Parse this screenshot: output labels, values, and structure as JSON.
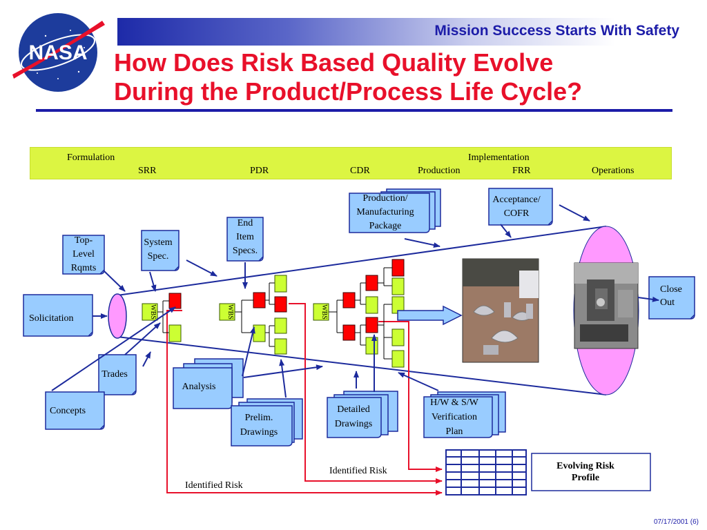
{
  "header": {
    "tagline": "Mission Success Starts With Safety",
    "title_line1": "How Does Risk Based Quality Evolve",
    "title_line2": "During the Product/Process Life Cycle?",
    "logo_text": "NASA"
  },
  "phases": {
    "formulation": "Formulation",
    "implementation": "Implementation",
    "milestones": [
      "SRR",
      "PDR",
      "CDR",
      "Production",
      "FRR",
      "Operations"
    ]
  },
  "documents": {
    "top_level": [
      "Top-",
      "Level",
      "Rqmts"
    ],
    "system_spec": [
      "System",
      "Spec."
    ],
    "end_item": [
      "End",
      "Item",
      "Specs."
    ],
    "production_pkg": [
      "Production/",
      "Manufacturing",
      "Package"
    ],
    "acceptance": [
      "Acceptance/",
      "COFR"
    ],
    "close_out": [
      "Close",
      "Out"
    ],
    "solicitation": "Solicitation",
    "trades": "Trades",
    "concepts": "Concepts",
    "analysis": "Analysis",
    "prelim": [
      "Prelim.",
      "Drawings"
    ],
    "detailed": [
      "Detailed",
      "Drawings"
    ],
    "hw_sw": [
      "H/W & S/W",
      "Verification",
      "Plan"
    ]
  },
  "wbs_label": "WBS",
  "identified_risk_1": "Identified Risk",
  "identified_risk_2": "Identified Risk",
  "risk_profile": [
    "Evolving Risk",
    "Profile"
  ],
  "colors": {
    "doc_fill": "#99ccff",
    "wbs_green": "#ccff33",
    "wbs_red": "#ff0000",
    "ellipse_pink": "#ff99ff",
    "arrow_blue": "#1c2a9c",
    "risk_red": "#e8102a"
  },
  "footer": "07/17/2001 (6)"
}
